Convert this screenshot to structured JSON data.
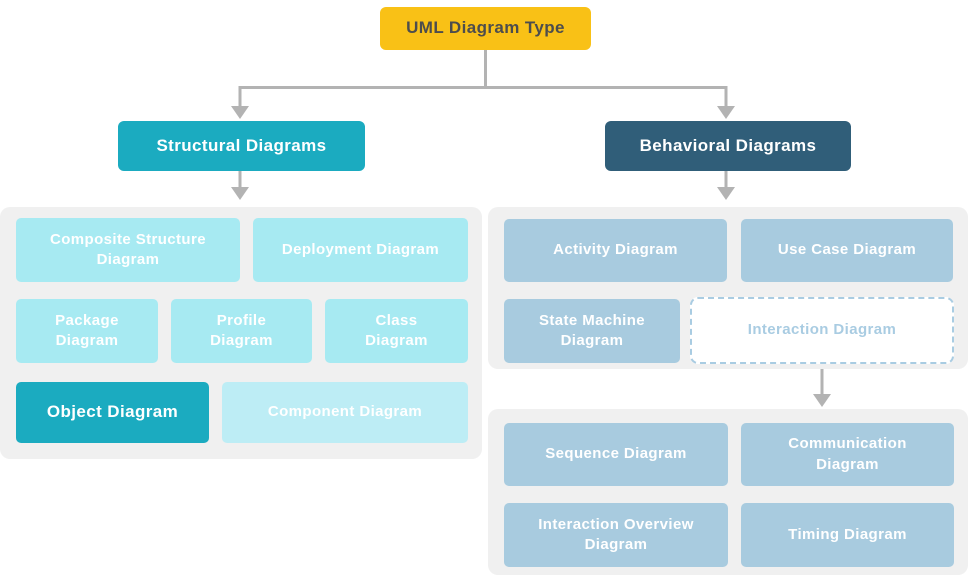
{
  "colors": {
    "root_bg": "#F9C116",
    "root_text": "#4D4D4D",
    "teal": "#1BABC0",
    "dark_blue": "#305E79",
    "cyan": "#A7EAF2",
    "cyan_light": "#BDEDF5",
    "blue": "#A8CBDF",
    "dashed": "#A9CCE2",
    "group_bg": "#F0F0F0",
    "connector": "#B3B3B3",
    "white_text": "#FFFFFF"
  },
  "root": {
    "label": "UML Diagram Type"
  },
  "structural": {
    "header": "Structural Diagrams",
    "items": {
      "composite": "Composite Structure Diagram",
      "deployment": "Deployment Diagram",
      "package": "Package Diagram",
      "profile": "Profile Diagram",
      "class": "Class Diagram",
      "object": "Object Diagram",
      "component": "Component Diagram"
    }
  },
  "behavioral": {
    "header": "Behavioral Diagrams",
    "items": {
      "activity": "Activity Diagram",
      "use_case": "Use Case Diagram",
      "state_machine": "State Machine Diagram",
      "interaction": "Interaction Diagram"
    },
    "interaction_children": {
      "sequence": "Sequence Diagram",
      "communication": "Communication Diagram",
      "interaction_overview": "Interaction Overview Diagram",
      "timing": "Timing Diagram"
    }
  }
}
